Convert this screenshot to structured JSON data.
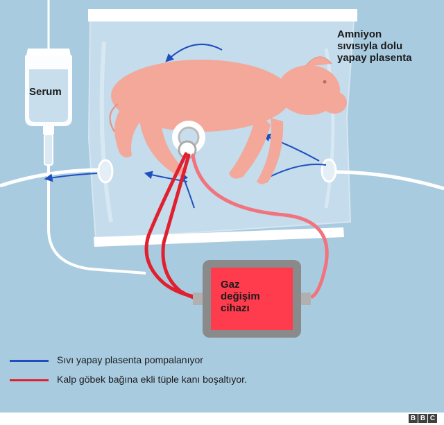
{
  "labels": {
    "placenta": [
      "Amniyon",
      "sıvısıyla dolu",
      "yapay plasenta"
    ],
    "serum": "Serum",
    "device": [
      "Gaz",
      "değişim",
      "cihazı"
    ]
  },
  "legend": [
    {
      "text": "Sıvı yapay plasenta pompalanıyor",
      "color": "#1f4fbf"
    },
    {
      "text": "Kalp göbek bağına ekli tüple kanı boşaltıyor.",
      "color": "#e0202e"
    }
  ],
  "logo": [
    "B",
    "B",
    "C"
  ],
  "colors": {
    "background": "#a9cbe0",
    "bag": "#c8deed",
    "lamb": "#f3a89a",
    "device": "#ff3b4e",
    "device_frame": "#8a8a8a",
    "blue_arrow": "#1f4fbf",
    "red_tube": "#e0202e"
  }
}
